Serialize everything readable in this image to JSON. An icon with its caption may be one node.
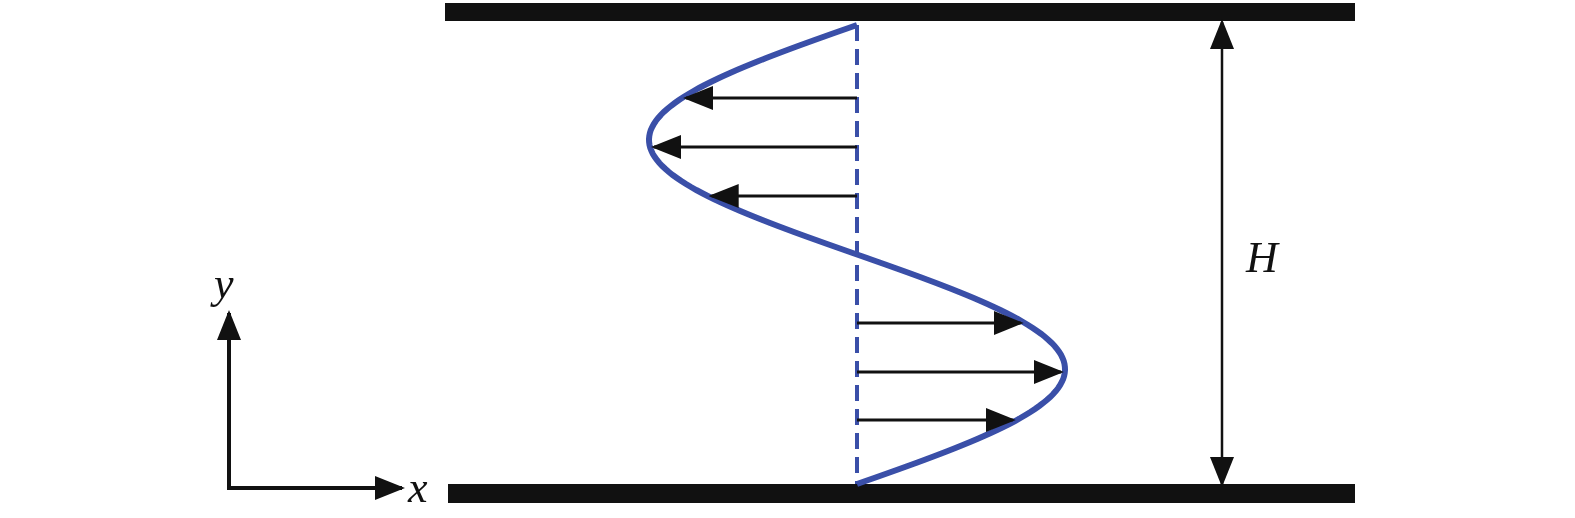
{
  "diagram": {
    "labels": [
      "y",
      "x",
      "H"
    ]
  }
}
